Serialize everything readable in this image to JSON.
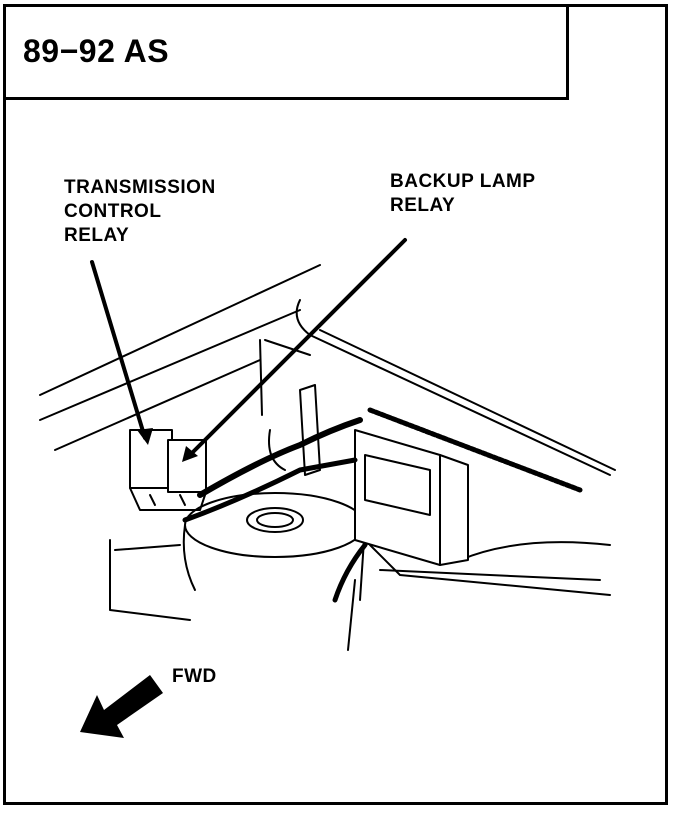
{
  "title": "89−92 AS",
  "labels": {
    "transmission_control_relay": [
      "TRANSMISSION",
      "CONTROL",
      "RELAY"
    ],
    "backup_lamp_relay": [
      "BACKUP LAMP",
      "RELAY"
    ],
    "forward": "FWD"
  }
}
